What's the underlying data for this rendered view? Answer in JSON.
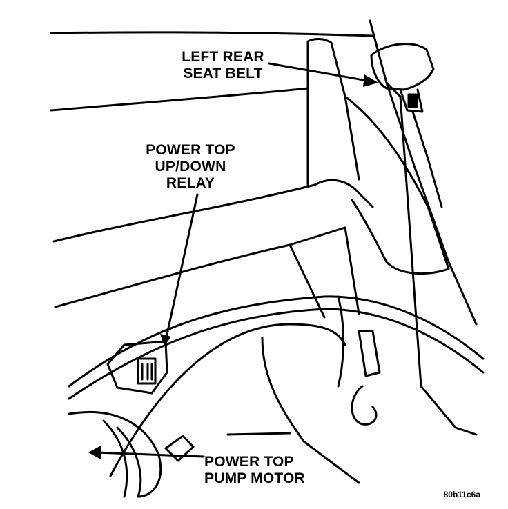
{
  "callouts": {
    "seat_belt": [
      "LEFT REAR",
      "SEAT BELT"
    ],
    "relay": [
      "POWER TOP",
      "UP/DOWN",
      "RELAY"
    ],
    "pump_motor": [
      "POWER TOP",
      "PUMP MOTOR"
    ]
  },
  "figure_code": "80b11c6a",
  "colors": {
    "ink": "#000000",
    "paper": "#ffffff"
  }
}
